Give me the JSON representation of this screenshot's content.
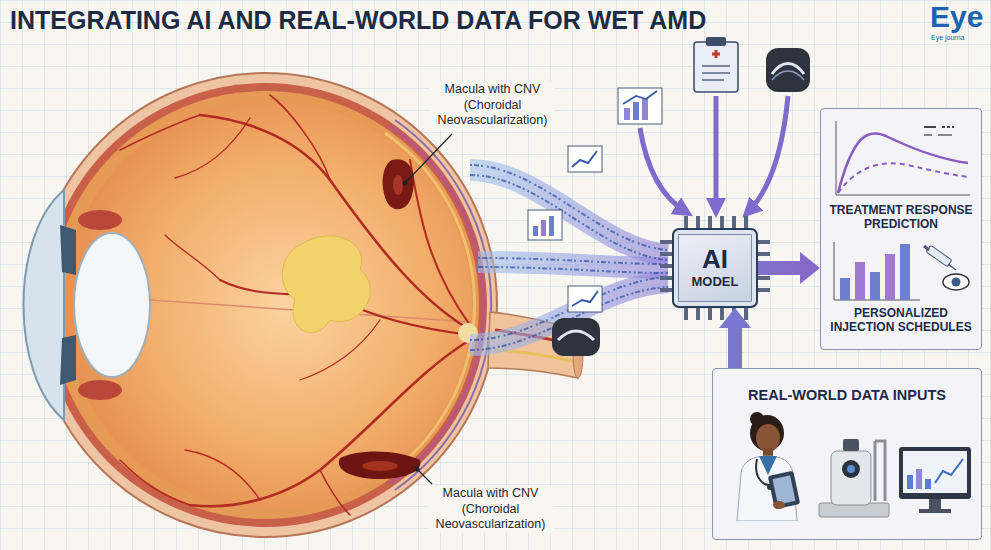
{
  "diagram": {
    "title": "INTEGRATING AI AND REAL-WORLD DATA FOR WET AMD",
    "nodes": [
      {
        "text": [
          "AI",
          "MODEL"
        ]
      },
      {
        "text": [
          "TREATMENT RESPONSE PREDICTION",
          "PERSONALIZED INJECTION SCHEDULES"
        ]
      },
      {
        "text": [
          "REAL-WORLD DATA INPUTS"
        ]
      }
    ],
    "edges": [
      {
        "from": 2,
        "to": 0,
        "arrow": "to"
      },
      {
        "from": 0,
        "to": 1,
        "arrow": "to"
      }
    ],
    "labels": [
      "Eye",
      "Eye journa",
      "Macula with CNV (Choroidal Neovascularization)",
      "Macula with CNV (Choroidal Neovascularization)"
    ]
  }
}
